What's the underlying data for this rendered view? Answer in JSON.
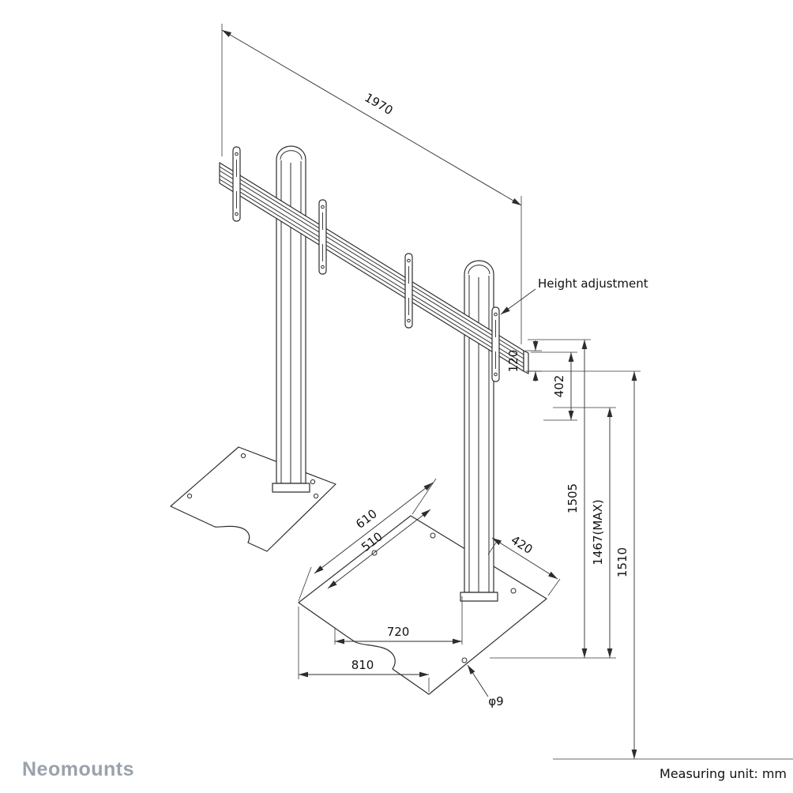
{
  "brand": "Neomounts",
  "footer": {
    "measuring_unit": "Measuring unit: mm"
  },
  "annotations": {
    "height_adjustment": "Height adjustment",
    "hole_diameter": "φ9"
  },
  "dimensions": {
    "rail_width": "1970",
    "rail_profile_height": "120",
    "adjustment_range": "402",
    "column_height": "1505",
    "max_height": "1467(MAX)",
    "total_height": "1510",
    "base_depth_outer": "610",
    "base_depth_inner": "510",
    "base_offset": "420",
    "base_width_inner": "720",
    "base_width_outer": "810"
  },
  "colors": {
    "line": "#2d2d2d",
    "brand": "#9aa2ab"
  }
}
